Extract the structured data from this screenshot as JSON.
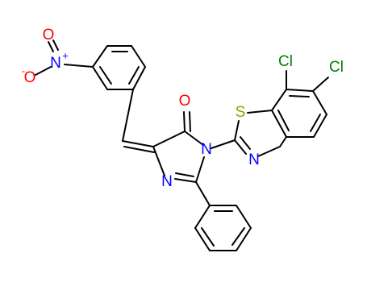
{
  "colors": {
    "bond": "#000000",
    "N": "#0000ff",
    "O": "#ff0000",
    "S": "#999900",
    "Cl": "#008000"
  },
  "labels": {
    "o_carbonyl": "O",
    "n_ring": "N",
    "n_imine": "N",
    "s_thiazole": "S",
    "n_thiazole": "N",
    "cl_top": "Cl",
    "cl_right": "Cl",
    "o_nitro_top": "O",
    "n_nitro": "N",
    "n_nitro_plus": "+",
    "o_nitro_bottom": "O",
    "o_nitro_minus": "-"
  }
}
